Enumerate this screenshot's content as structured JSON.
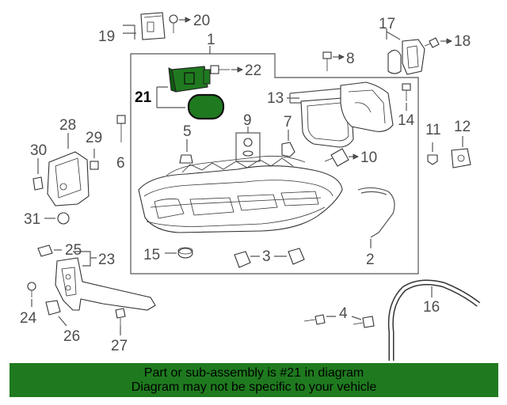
{
  "callouts": [
    "1",
    "2",
    "3",
    "4",
    "5",
    "6",
    "7",
    "8",
    "9",
    "10",
    "11",
    "12",
    "13",
    "14",
    "15",
    "16",
    "17",
    "18",
    "19",
    "20",
    "21",
    "22",
    "23",
    "24",
    "25",
    "26",
    "27",
    "28",
    "29",
    "30",
    "31"
  ],
  "highlighted_part": "21",
  "highlight_color": "#1f7a1f",
  "banner": {
    "line1": "Part or sub-assembly is #21 in diagram",
    "line2": "Diagram may not be specific to your vehicle"
  }
}
